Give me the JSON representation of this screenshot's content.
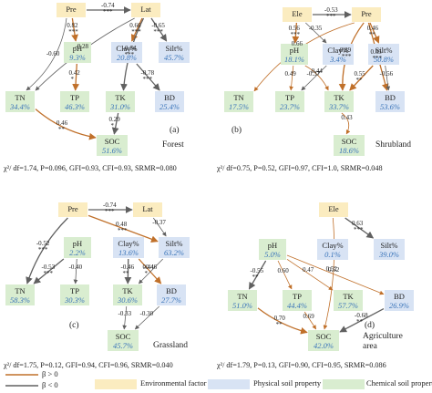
{
  "colors": {
    "positive": "#c0702a",
    "negative": "#606060",
    "environmental": "#fbecc0",
    "physical": "#d8e3f4",
    "chemical": "#d9edd0",
    "percent_text": "#3a74b9"
  },
  "legend": {
    "positive_label": "β > 0",
    "negative_label": "β < 0",
    "environmental_label": "Environmental factor",
    "physical_label": "Physical soil property",
    "chemical_label": "Chemical soil property"
  },
  "panels": [
    {
      "key": "forest",
      "letter": "(a)",
      "title": "Forest",
      "stats": "χ²/ df=1.74, P=0.096, GFI=0.93,  CFI=0.93, SRMR=0.080",
      "nodes": [
        {
          "id": "Pre",
          "name": "Pre",
          "pct": "",
          "cat": "env"
        },
        {
          "id": "Lat",
          "name": "Lat",
          "pct": "",
          "cat": "env"
        },
        {
          "id": "pH",
          "name": "pH",
          "pct": "9.3%",
          "cat": "chem"
        },
        {
          "id": "Clay",
          "name": "Clay%",
          "pct": "20.8%",
          "cat": "phys"
        },
        {
          "id": "Silt",
          "name": "Silt%",
          "pct": "45.7%",
          "cat": "phys"
        },
        {
          "id": "TN",
          "name": "TN",
          "pct": "34.4%",
          "cat": "chem"
        },
        {
          "id": "TP",
          "name": "TP",
          "pct": "46.3%",
          "cat": "chem"
        },
        {
          "id": "TK",
          "name": "TK",
          "pct": "31.0%",
          "cat": "chem"
        },
        {
          "id": "BD",
          "name": "BD",
          "pct": "25.4%",
          "cat": "phys"
        },
        {
          "id": "SOC",
          "name": "SOC",
          "pct": "51.6%",
          "cat": "chem"
        }
      ],
      "paths": [
        {
          "from": "Pre",
          "to": "Lat",
          "coef": "-0.74",
          "stars": "***",
          "sign": "neg"
        },
        {
          "from": "Pre",
          "to": "TN",
          "coef": "-0.60",
          "stars": "",
          "sign": "neg"
        },
        {
          "from": "Pre",
          "to": "pH",
          "coef": "0.82",
          "stars": "***",
          "sign": "pos"
        },
        {
          "from": "Lat",
          "to": "TN",
          "coef": "-0.28",
          "stars": "",
          "sign": "neg"
        },
        {
          "from": "Lat",
          "to": "Clay",
          "coef": "0.66",
          "stars": "***",
          "sign": "pos"
        },
        {
          "from": "Lat",
          "to": "Silt",
          "coef": "-0.65",
          "stars": "***",
          "sign": "neg"
        },
        {
          "from": "Lat",
          "to": "TK",
          "coef": "-0.64",
          "stars": "***",
          "sign": "neg"
        },
        {
          "from": "pH",
          "to": "TP",
          "coef": "0.42",
          "stars": "*",
          "sign": "pos"
        },
        {
          "from": "Clay",
          "to": "BD",
          "coef": "-0.78",
          "stars": "***",
          "sign": "neg"
        },
        {
          "from": "TN",
          "to": "SOC",
          "coef": "0.46",
          "stars": "**",
          "sign": "pos"
        },
        {
          "from": "TK",
          "to": "SOC",
          "coef": "0.29",
          "stars": "*",
          "sign": "neg"
        }
      ]
    },
    {
      "key": "shrubland",
      "letter": "(b)",
      "title": "Shrubland",
      "stats": "χ²/ df=0.75, P=0.52, GFI=0.97, CFI=1.0, SRMR=0.048",
      "nodes": [
        {
          "id": "Ele",
          "name": "Ele",
          "pct": "",
          "cat": "env"
        },
        {
          "id": "Pre",
          "name": "Pre",
          "pct": "",
          "cat": "env"
        },
        {
          "id": "pH",
          "name": "pH",
          "pct": "18.1%",
          "cat": "chem"
        },
        {
          "id": "Clay",
          "name": "Clay%",
          "pct": "3.4%",
          "cat": "phys"
        },
        {
          "id": "Silt",
          "name": "Silt%",
          "pct": "50.8%",
          "cat": "phys"
        },
        {
          "id": "TN",
          "name": "TN",
          "pct": "17.5%",
          "cat": "chem"
        },
        {
          "id": "TP",
          "name": "TP",
          "pct": "23.7%",
          "cat": "chem"
        },
        {
          "id": "TK",
          "name": "TK",
          "pct": "33.7%",
          "cat": "chem"
        },
        {
          "id": "BD",
          "name": "BD",
          "pct": "53.6%",
          "cat": "phys"
        },
        {
          "id": "SOC",
          "name": "SOC",
          "pct": "18.6%",
          "cat": "chem"
        }
      ],
      "paths": [
        {
          "from": "Ele",
          "to": "Pre",
          "coef": "-0.53",
          "stars": "***",
          "sign": "neg"
        },
        {
          "from": "Ele",
          "to": "Clay",
          "coef": "-0.35",
          "stars": "",
          "sign": "neg"
        },
        {
          "from": "Ele",
          "to": "pH",
          "coef": "0.56",
          "stars": "***",
          "sign": "pos"
        },
        {
          "from": "Pre",
          "to": "Silt",
          "coef": "0.46",
          "stars": "**",
          "sign": "pos"
        },
        {
          "from": "Pre",
          "to": "BD",
          "coef": "0.65",
          "stars": "***",
          "sign": "pos"
        },
        {
          "from": "Pre",
          "to": "TN",
          "coef": "0.66",
          "stars": "",
          "sign": "pos"
        },
        {
          "from": "Pre",
          "to": "TK",
          "coef": "0.89",
          "stars": "***",
          "sign": "pos"
        },
        {
          "from": "pH",
          "to": "TK",
          "coef": "0.44",
          "stars": "",
          "sign": "pos"
        },
        {
          "from": "pH",
          "to": "TP",
          "coef": "0.49",
          "stars": "",
          "sign": "pos"
        },
        {
          "from": "Clay",
          "to": "TP",
          "coef": "-0.37",
          "stars": "",
          "sign": "neg"
        },
        {
          "from": "Silt",
          "to": "TK",
          "coef": "0.55",
          "stars": "**",
          "sign": "pos"
        },
        {
          "from": "Silt",
          "to": "BD",
          "coef": "-0.56",
          "stars": "",
          "sign": "neg"
        },
        {
          "from": "TK",
          "to": "SOC",
          "coef": "0.43",
          "stars": "",
          "sign": "pos"
        }
      ]
    },
    {
      "key": "grassland",
      "letter": "(c)",
      "title": "Grassland",
      "stats": "χ²/ df=1.75, P=0.12, GFI=0.94, CFI=0.96, SRMR=0.040",
      "nodes": [
        {
          "id": "Pre",
          "name": "Pre",
          "pct": "",
          "cat": "env"
        },
        {
          "id": "Lat",
          "name": "Lat",
          "pct": "",
          "cat": "env"
        },
        {
          "id": "pH",
          "name": "pH",
          "pct": "2.2%",
          "cat": "chem"
        },
        {
          "id": "Clay",
          "name": "Clay%",
          "pct": "13.6%",
          "cat": "phys"
        },
        {
          "id": "Silt",
          "name": "Silt%",
          "pct": "63.2%",
          "cat": "phys"
        },
        {
          "id": "TN",
          "name": "TN",
          "pct": "58.3%",
          "cat": "chem"
        },
        {
          "id": "TP",
          "name": "TP",
          "pct": "30.3%",
          "cat": "chem"
        },
        {
          "id": "TK",
          "name": "TK",
          "pct": "30.6%",
          "cat": "chem"
        },
        {
          "id": "BD",
          "name": "BD",
          "pct": "27.7%",
          "cat": "phys"
        },
        {
          "id": "SOC",
          "name": "SOC",
          "pct": "45.7%",
          "cat": "chem"
        }
      ],
      "paths": [
        {
          "from": "Pre",
          "to": "Lat",
          "coef": "-0.74",
          "stars": "***",
          "sign": "neg"
        },
        {
          "from": "Pre",
          "to": "Silt",
          "coef": "0.48",
          "stars": "***",
          "sign": "pos"
        },
        {
          "from": "Lat",
          "to": "Silt",
          "coef": "-0.37",
          "stars": "",
          "sign": "neg"
        },
        {
          "from": "Pre",
          "to": "TN",
          "coef": "-0.52",
          "stars": "***",
          "sign": "neg"
        },
        {
          "from": "pH",
          "to": "TN",
          "coef": "-0.53",
          "stars": "***",
          "sign": "neg"
        },
        {
          "from": "pH",
          "to": "TP",
          "coef": "-0.40",
          "stars": "",
          "sign": "neg"
        },
        {
          "from": "Clay",
          "to": "TK",
          "coef": "-0.46",
          "stars": "**",
          "sign": "neg"
        },
        {
          "from": "Clay",
          "to": "BD",
          "coef": "0.44",
          "stars": "*",
          "sign": "pos"
        },
        {
          "from": "Silt",
          "to": "TK",
          "coef": "-0.46",
          "stars": "",
          "sign": "neg"
        },
        {
          "from": "TK",
          "to": "SOC",
          "coef": "-0.33",
          "stars": "",
          "sign": "neg"
        },
        {
          "from": "BD",
          "to": "SOC",
          "coef": "-0.30",
          "stars": "",
          "sign": "neg"
        }
      ]
    },
    {
      "key": "agriculture",
      "letter": "(d)",
      "title": "Agriculture area",
      "stats": "χ²/ df=1.79, P=0.13, GFI=0.90, CFI=0.95, SRMR=0.086",
      "nodes": [
        {
          "id": "Ele",
          "name": "Ele",
          "pct": "",
          "cat": "env"
        },
        {
          "id": "pH",
          "name": "pH",
          "pct": "5.0%",
          "cat": "chem"
        },
        {
          "id": "Clay",
          "name": "Clay%",
          "pct": "0.1%",
          "cat": "phys"
        },
        {
          "id": "Silt",
          "name": "Silt%",
          "pct": "39.0%",
          "cat": "phys"
        },
        {
          "id": "TN",
          "name": "TN",
          "pct": "51.0%",
          "cat": "chem"
        },
        {
          "id": "TP",
          "name": "TP",
          "pct": "44.4%",
          "cat": "chem"
        },
        {
          "id": "TK",
          "name": "TK",
          "pct": "57.7%",
          "cat": "chem"
        },
        {
          "id": "BD",
          "name": "BD",
          "pct": "26.9%",
          "cat": "phys"
        },
        {
          "id": "SOC",
          "name": "SOC",
          "pct": "42.0%",
          "cat": "chem"
        }
      ],
      "paths": [
        {
          "from": "Ele",
          "to": "Silt",
          "coef": "0.63",
          "stars": "***",
          "sign": "neg"
        },
        {
          "from": "Ele",
          "to": "SOC",
          "coef": "0.52",
          "stars": "",
          "sign": "pos"
        },
        {
          "from": "pH",
          "to": "TN",
          "coef": "-0.55",
          "stars": "**",
          "sign": "neg"
        },
        {
          "from": "pH",
          "to": "TP",
          "coef": "0.60",
          "stars": "",
          "sign": "pos"
        },
        {
          "from": "pH",
          "to": "TK",
          "coef": "0.47",
          "stars": "",
          "sign": "pos"
        },
        {
          "from": "pH",
          "to": "BD",
          "coef": "0.52",
          "stars": "",
          "sign": "pos"
        },
        {
          "from": "TN",
          "to": "SOC",
          "coef": "0.70",
          "stars": "**",
          "sign": "pos"
        },
        {
          "from": "TP",
          "to": "SOC",
          "coef": "0.69",
          "stars": "",
          "sign": "pos"
        },
        {
          "from": "BD",
          "to": "SOC",
          "coef": "-0.68",
          "stars": "**",
          "sign": "neg"
        }
      ]
    }
  ]
}
